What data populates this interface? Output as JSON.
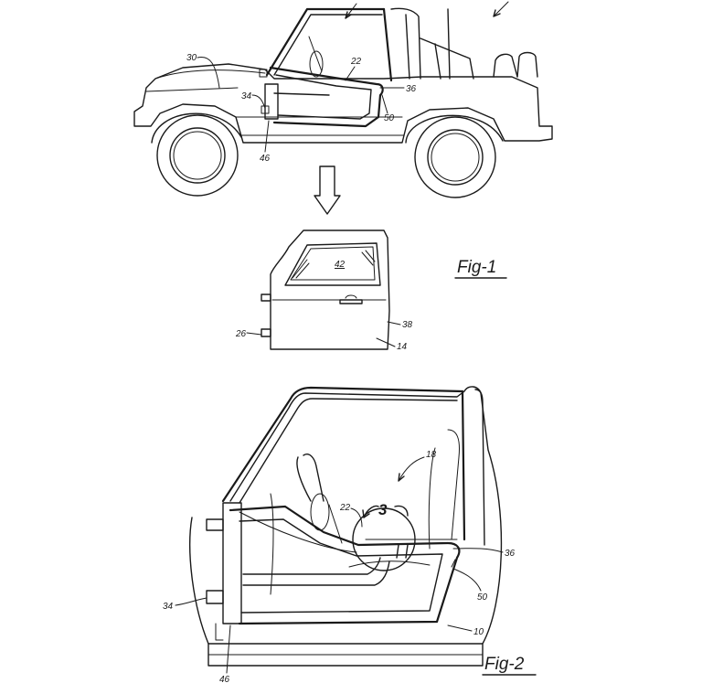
{
  "figures": {
    "fig1": {
      "label": "Fig-1"
    },
    "fig2": {
      "label": "Fig-2"
    }
  },
  "refs": {
    "r30": "30",
    "r22a": "22",
    "r36a": "36",
    "r50a": "50",
    "r34a": "34",
    "r46a": "46",
    "r42": "42",
    "r38": "38",
    "r26": "26",
    "r14": "14",
    "r18": "18",
    "r22b": "22",
    "detail3": "3",
    "r36b": "36",
    "r50b": "50",
    "r34b": "34",
    "r10": "10",
    "r46b": "46"
  }
}
